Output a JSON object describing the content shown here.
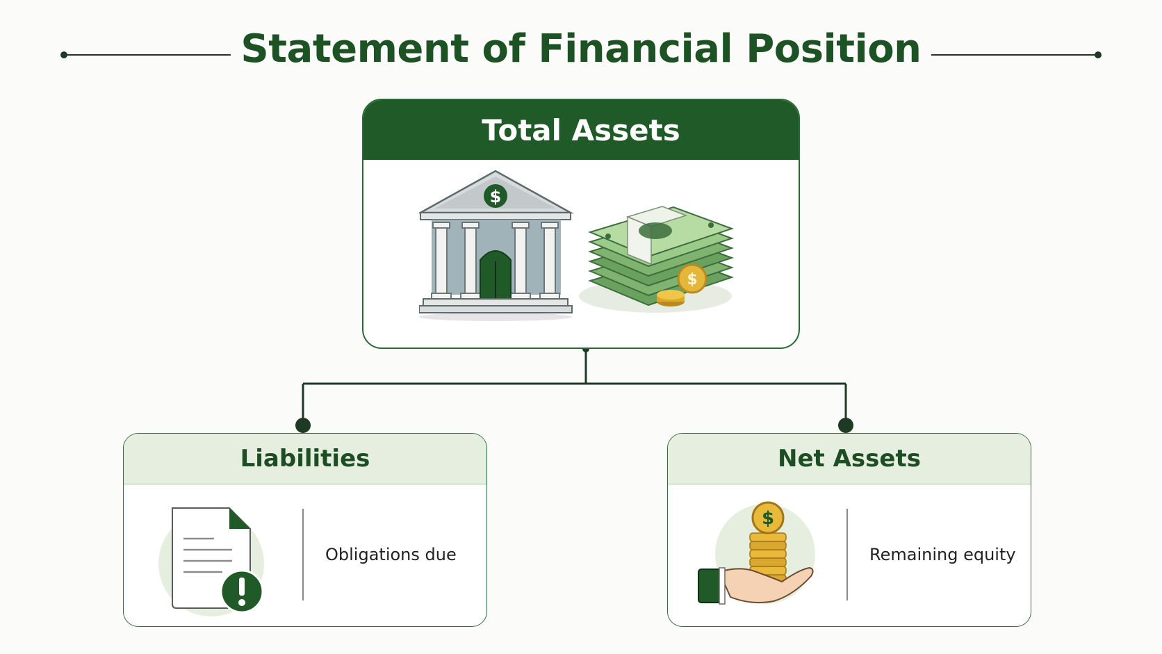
{
  "title": "Statement of Financial Position",
  "colors": {
    "primary": "#1f5a28",
    "accent_light": "#e6efdf",
    "gold": "#e0b43a"
  },
  "total_assets": {
    "label": "Total Assets",
    "icons": [
      "bank-building-icon",
      "cash-stack-icon",
      "coins-icon"
    ]
  },
  "liabilities": {
    "label": "Liabilities",
    "description": "Obligations due",
    "icon": "document-warning-icon"
  },
  "net_assets": {
    "label": "Net Assets",
    "description": "Remaining equity",
    "icon": "hand-coins-icon"
  }
}
